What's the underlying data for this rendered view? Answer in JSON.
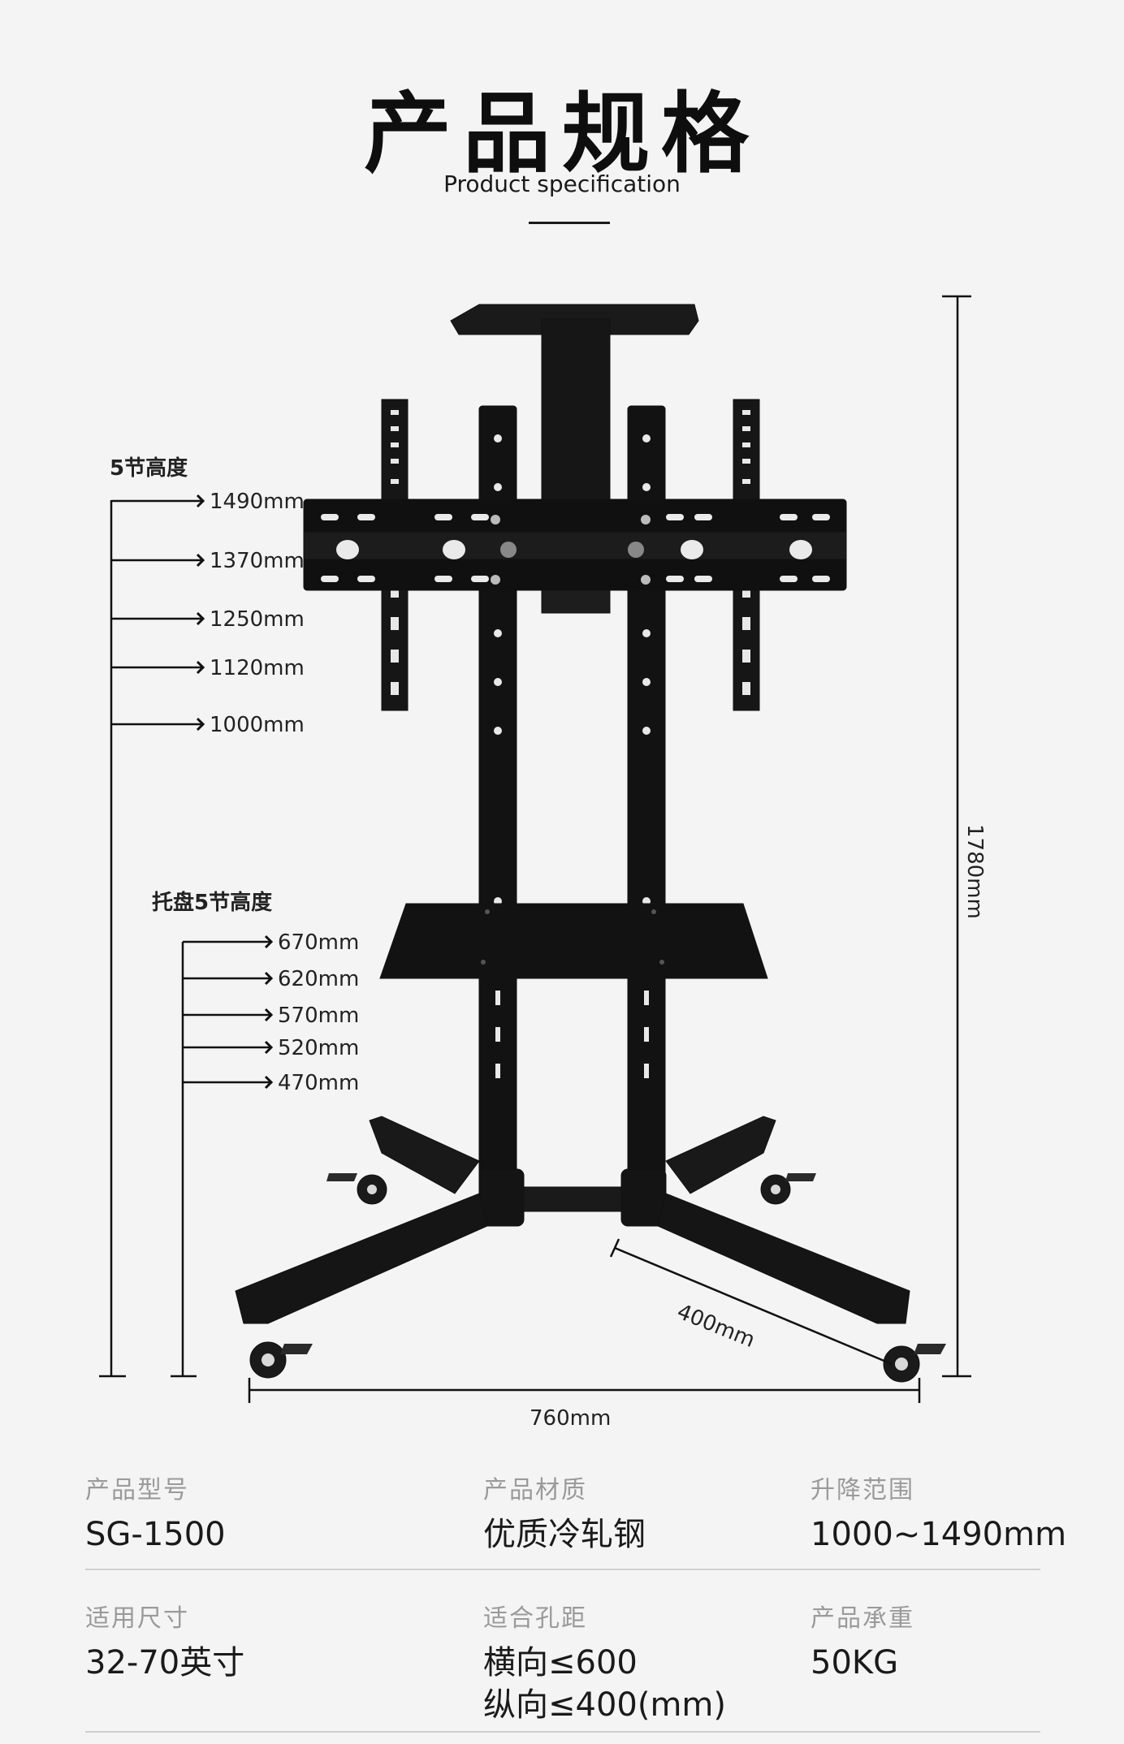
{
  "header": {
    "title": "产品规格",
    "subtitle": "Product specification"
  },
  "diagram": {
    "mount_group_label": "5节高度",
    "mount_heights": [
      "1490mm",
      "1370mm",
      "1250mm",
      "1120mm",
      "1000mm"
    ],
    "tray_group_label": "托盘5节高度",
    "tray_heights": [
      "670mm",
      "620mm",
      "570mm",
      "520mm",
      "470mm"
    ],
    "total_height": "1780mm",
    "base_width": "760mm",
    "leg_length": "400mm"
  },
  "specs": {
    "model_label": "产品型号",
    "model_value": "SG-1500",
    "material_label": "产品材质",
    "material_value": "优质冷轧钢",
    "range_label": "升降范围",
    "range_value": "1000~1490mm",
    "size_label": "适用尺寸",
    "size_value": "32-70英寸",
    "hole_label": "适合孔距",
    "hole_value_h": "横向≤600",
    "hole_value_v": "纵向≤400(mm)",
    "load_label": "产品承重",
    "load_value": "50KG"
  }
}
